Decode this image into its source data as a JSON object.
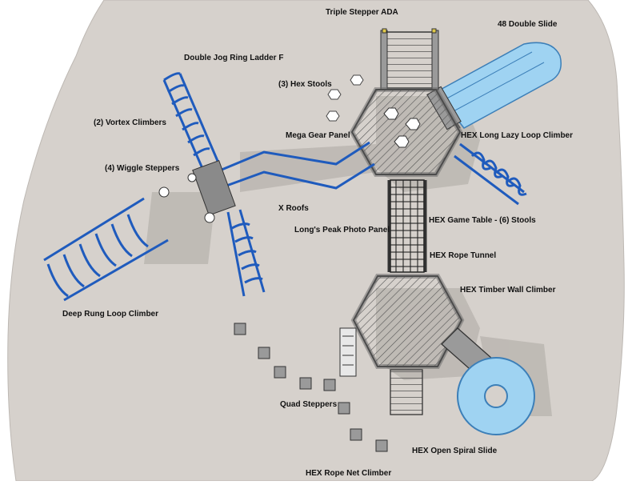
{
  "labels": {
    "triple_stepper": "Triple Stepper ADA",
    "double_slide": "48 Double Slide",
    "double_jog": "Double Jog Ring Ladder F",
    "hex_stools": "(3) Hex Stools",
    "vortex_climbers": "(2) Vortex Climbers",
    "mega_gear": "Mega Gear Panel",
    "lazy_loop": "HEX Long Lazy Loop Climber",
    "wiggle_steppers": "(4) Wiggle Steppers",
    "x_roofs": "X Roofs",
    "game_table": "HEX Game Table - (6) Stools",
    "photo_panel": "Long's Peak Photo Panel",
    "rope_tunnel": "HEX Rope Tunnel",
    "timber_wall": "HEX Timber Wall Climber",
    "deep_rung": "Deep Rung Loop Climber",
    "quad_steppers": "Quad Steppers",
    "spiral_slide": "HEX Open Spiral Slide",
    "rope_net": "HEX Rope Net Climber"
  },
  "colors": {
    "ground": "#d6d1cc",
    "deck": "#ffffff",
    "deck_stroke": "#333333",
    "blue_frame": "#1f5bbd",
    "slide_blue": "#9fd3f2",
    "slide_stroke": "#3c7fb8",
    "shadow": "#b9b4af",
    "roof_gray": "#8a8a8a"
  }
}
